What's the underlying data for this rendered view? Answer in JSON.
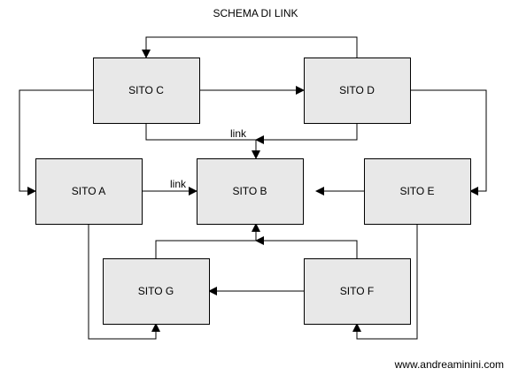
{
  "title": "SCHEMA DI LINK",
  "footer": "www.andreaminini.com",
  "colors": {
    "box_fill": "#e8e8e8",
    "stroke": "#000000",
    "background": "#ffffff"
  },
  "nodes": [
    {
      "id": "c",
      "label": "SITO C"
    },
    {
      "id": "d",
      "label": "SITO D"
    },
    {
      "id": "a",
      "label": "SITO A"
    },
    {
      "id": "b",
      "label": "SITO B"
    },
    {
      "id": "e",
      "label": "SITO E"
    },
    {
      "id": "g",
      "label": "SITO G"
    },
    {
      "id": "f",
      "label": "SITO F"
    }
  ],
  "edges": [
    {
      "from": "d",
      "to": "c"
    },
    {
      "from": "c",
      "to": "d"
    },
    {
      "from": "c",
      "to": "a"
    },
    {
      "from": "d",
      "to": "e"
    },
    {
      "from": "c",
      "to": "b",
      "label": "link"
    },
    {
      "from": "d",
      "to": "b"
    },
    {
      "from": "a",
      "to": "b",
      "label": "link"
    },
    {
      "from": "e",
      "to": "b"
    },
    {
      "from": "g",
      "to": "b"
    },
    {
      "from": "f",
      "to": "b"
    },
    {
      "from": "f",
      "to": "g"
    },
    {
      "from": "a",
      "to": "g"
    },
    {
      "from": "e",
      "to": "f"
    }
  ]
}
